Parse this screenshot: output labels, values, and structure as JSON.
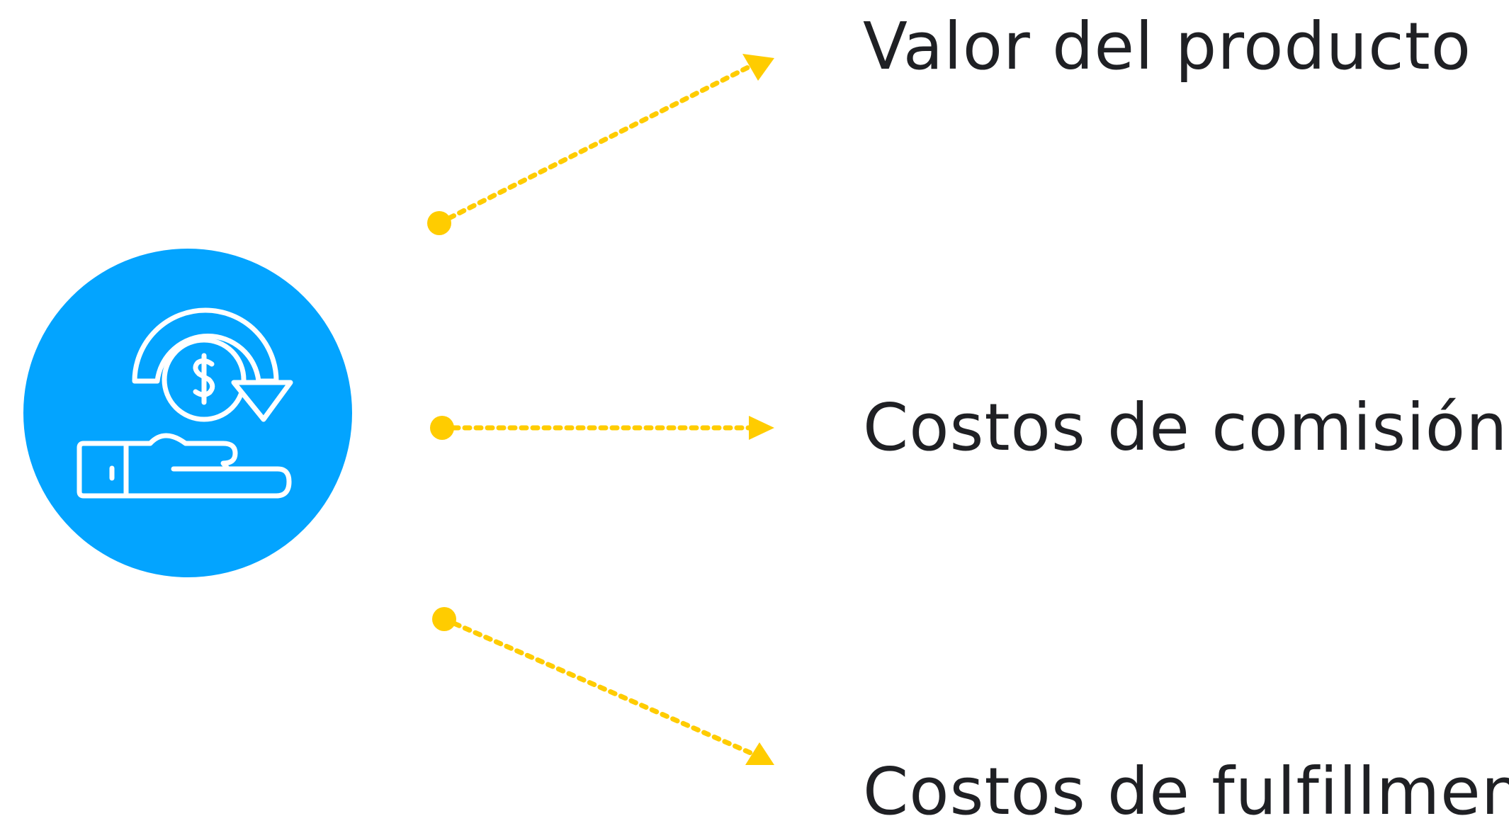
{
  "colors": {
    "circle": "#03A4FF",
    "icon_stroke": "#FFFFFF",
    "arrow": "#FFCC00",
    "text": "#1F2024"
  },
  "center_icon": "hand-money-return-icon",
  "items": [
    {
      "label": "Valor del producto"
    },
    {
      "label": "Costos de comisión"
    },
    {
      "label": "Costos de fulfillment"
    }
  ]
}
